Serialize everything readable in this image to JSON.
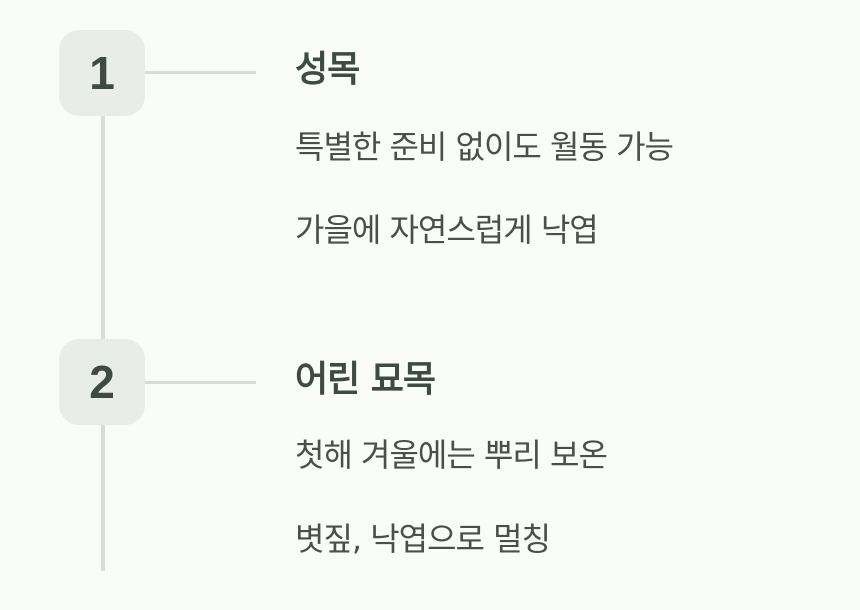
{
  "steps": [
    {
      "number": "1",
      "title": "성목",
      "lines": [
        "특별한 준비 없이도 월동 가능",
        "가을에 자연스럽게 낙엽"
      ]
    },
    {
      "number": "2",
      "title": "어린 묘목",
      "lines": [
        "첫해 겨울에는 뿌리 보온",
        "볏짚, 낙엽으로 멀칭"
      ]
    }
  ],
  "colors": {
    "background": "#fafcfa",
    "badge_bg": "#e8eee7",
    "title_text": "#3f4b42",
    "body_text": "#4a4f4b",
    "line": "#d9dcd8"
  }
}
